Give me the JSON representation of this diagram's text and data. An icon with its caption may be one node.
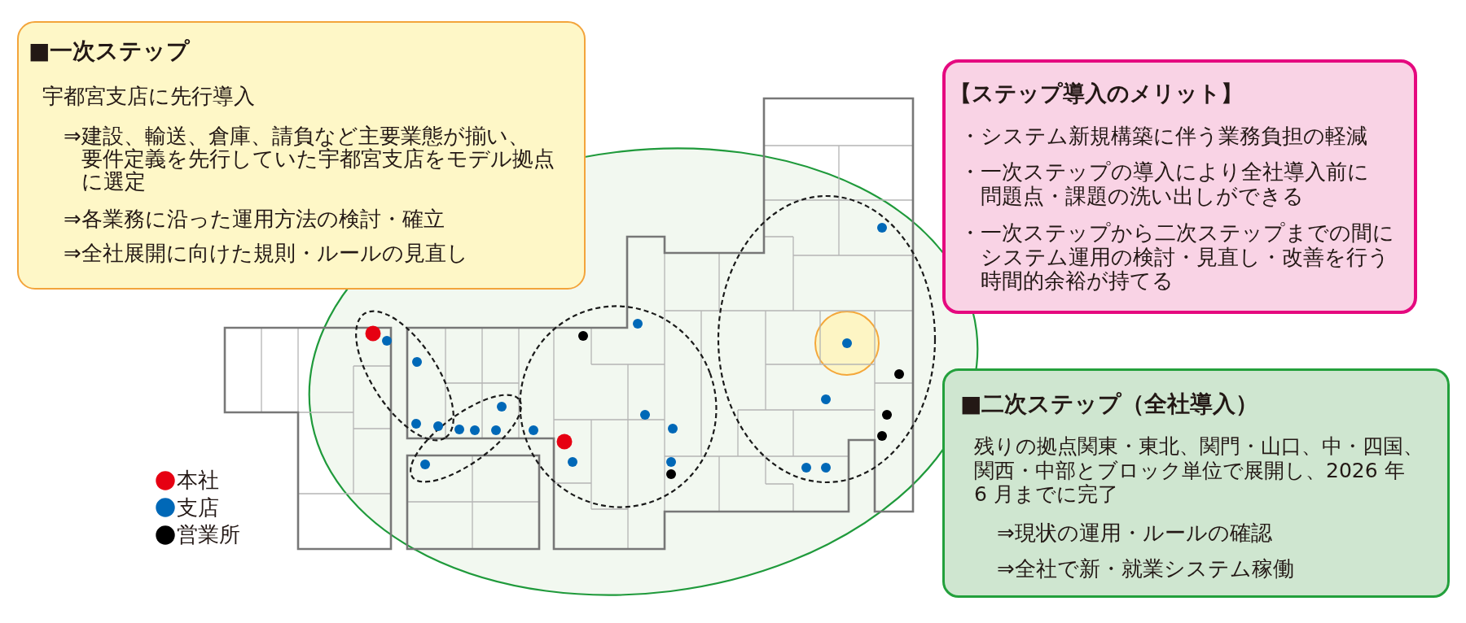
{
  "diagram": {
    "nodes": [
      {
        "text": [
          "■一次ステップ",
          "宇都宮支店に先行導入",
          "⇒建設、輸送、倉庫、請負など主要業態が揃い、要件定義を先行していた宇都宮支店をモデル拠点に選定",
          "⇒各業務に沿った運用方法の検討・確立",
          "⇒全社展開に向けた規則・ルールの見直し"
        ]
      },
      {
        "text": [
          "【ステップ導入のメリット】",
          "・システム新規構築に伴う業務負担の軽減",
          "・一次ステップの導入により全社導入前に問題点・課題の洗い出しができる",
          "・一次ステップから二次ステップまでの間にシステム運用の検討・見直し・改善を行う時間的余裕が持てる"
        ]
      },
      {
        "text": [
          "■二次ステップ（全社導入）",
          "残りの拠点関東・東北、関門・山口、中・四国、関西・中部とブロック単位で展開し、2026 年 6 月までに完了",
          "⇒現状の運用・ルールの確認",
          "⇒全社で新・就業システム稼働"
        ]
      }
    ],
    "legend": [
      {
        "text": "本社",
        "color": "#e60012"
      },
      {
        "text": "支店",
        "color": "#0068b7"
      },
      {
        "text": "営業所",
        "color": "#000000"
      }
    ]
  }
}
